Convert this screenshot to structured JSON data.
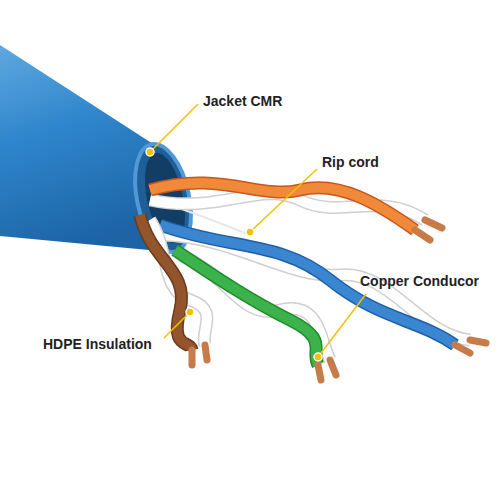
{
  "diagram": {
    "labels": [
      "Jacket CMR",
      "Rip cord",
      "Copper Conducor",
      "HDPE Insulation"
    ]
  }
}
